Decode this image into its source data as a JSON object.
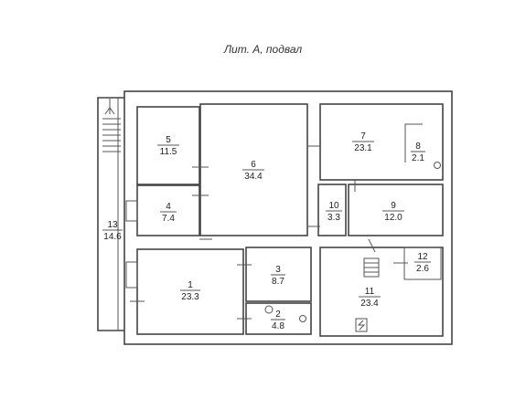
{
  "title": "Лит. А, подвал",
  "rooms": [
    {
      "id": "1",
      "num": "1",
      "area": "23.3"
    },
    {
      "id": "2",
      "num": "2",
      "area": "4.8"
    },
    {
      "id": "3",
      "num": "3",
      "area": "8.7"
    },
    {
      "id": "4",
      "num": "4",
      "area": "7.4"
    },
    {
      "id": "5",
      "num": "5",
      "area": "11.5"
    },
    {
      "id": "6",
      "num": "6",
      "area": "34.4"
    },
    {
      "id": "7",
      "num": "7",
      "area": "23.1"
    },
    {
      "id": "8",
      "num": "8",
      "area": "2.1"
    },
    {
      "id": "9",
      "num": "9",
      "area": "12.0"
    },
    {
      "id": "10",
      "num": "10",
      "area": "3.3"
    },
    {
      "id": "11",
      "num": "11",
      "area": "23.4"
    },
    {
      "id": "12",
      "num": "12",
      "area": "2.6"
    },
    {
      "id": "13",
      "num": "13",
      "area": "14.6"
    }
  ]
}
